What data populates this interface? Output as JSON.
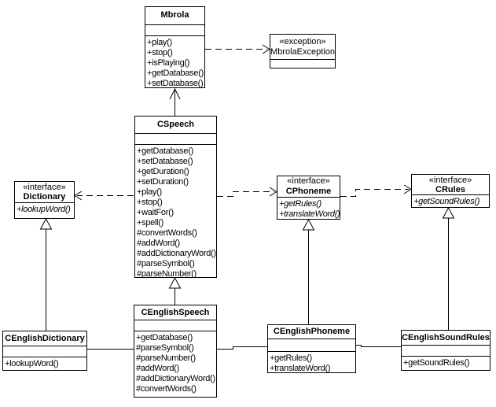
{
  "diagram": {
    "type": "uml-class-diagram",
    "subject": "Speech synthesis (Mbrola) class model",
    "colors": {
      "line": "#000000",
      "background": "#ffffff",
      "box_fill": "#ffffff"
    }
  },
  "classes": {
    "mbrola": {
      "name": "Mbrola",
      "methods": [
        "+play()",
        "+stop()",
        "+isPlaying()",
        "+getDatabase()",
        "+setDatabase()"
      ]
    },
    "mbrolaexception": {
      "stereotype": "«exception»",
      "name": "MbrolaException"
    },
    "cspeech": {
      "name": "CSpeech",
      "methods": [
        "+getDatabase()",
        "+setDatabase()",
        "+getDuration()",
        "+setDuration()",
        "+play()",
        "+stop()",
        "+waitFor()",
        "+spell()",
        "#convertWords()",
        "#addWord()",
        "#addDictionaryWord()",
        "#parseSymbol()",
        "#parseNumber()"
      ]
    },
    "dictionary": {
      "stereotype": "«interface»",
      "name": "Dictionary",
      "methods": [
        "+lookupWord()"
      ]
    },
    "cphoneme": {
      "stereotype": "«interface»",
      "name": "CPhoneme",
      "methods": [
        "+getRules()",
        "+translateWord()"
      ]
    },
    "crules": {
      "stereotype": "«interface»",
      "name": "CRules",
      "methods": [
        "+getSoundRules()"
      ]
    },
    "cenglishspeech": {
      "name": "CEnglishSpeech",
      "methods": [
        "+getDatabase()",
        "#parseSymbol()",
        "#parseNumber()",
        "#addWord()",
        "#addDictionaryWord()",
        "#convertWords()"
      ]
    },
    "cenglishdictionary": {
      "name": "CEnglishDictionary",
      "methods": [
        "+lookupWord()"
      ]
    },
    "cenglishphoneme": {
      "name": "CEnglishPhoneme",
      "methods": [
        "+getRules()",
        "+translateWord()"
      ]
    },
    "cenglishsoundrules": {
      "name": "CEnglishSoundRules",
      "methods": [
        "+getSoundRules()"
      ]
    }
  },
  "relationships": [
    {
      "from": "Mbrola",
      "to": "MbrolaException",
      "type": "dependency",
      "style": "dashed-open-arrow"
    },
    {
      "from": "CSpeech",
      "to": "Mbrola",
      "type": "directed-association",
      "style": "solid-open-arrow"
    },
    {
      "from": "CSpeech",
      "to": "Dictionary",
      "type": "dependency",
      "style": "dashed-open-arrow"
    },
    {
      "from": "CSpeech",
      "to": "CPhoneme",
      "type": "dependency",
      "style": "dashed-open-arrow"
    },
    {
      "from": "CPhoneme",
      "to": "CRules",
      "type": "dependency",
      "style": "dashed-open-arrow"
    },
    {
      "from": "CEnglishSpeech",
      "to": "CSpeech",
      "type": "generalization",
      "style": "solid-hollow-triangle"
    },
    {
      "from": "CEnglishDictionary",
      "to": "Dictionary",
      "type": "generalization",
      "style": "solid-hollow-triangle"
    },
    {
      "from": "CEnglishPhoneme",
      "to": "CPhoneme",
      "type": "generalization",
      "style": "solid-hollow-triangle"
    },
    {
      "from": "CEnglishSoundRules",
      "to": "CRules",
      "type": "generalization",
      "style": "solid-hollow-triangle"
    },
    {
      "from": "CEnglishDictionary",
      "to": "CEnglishSpeech",
      "type": "association",
      "style": "solid"
    },
    {
      "from": "CEnglishSpeech",
      "to": "CEnglishPhoneme",
      "type": "association",
      "style": "solid"
    },
    {
      "from": "CEnglishPhoneme",
      "to": "CEnglishSoundRules",
      "type": "association",
      "style": "solid"
    }
  ]
}
